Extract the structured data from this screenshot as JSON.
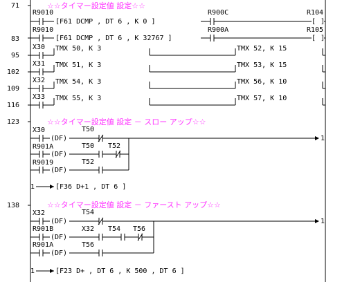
{
  "lines": {
    "l71": "71",
    "l83": "83",
    "l95": "95",
    "l102": "102",
    "l109": "109",
    "l116": "116",
    "l123": "123",
    "l138": "138"
  },
  "comments": {
    "c1": "☆☆タイマー設定値 設定☆☆",
    "c2": "☆☆タイマー設定値 設定 － スロー アップ☆☆",
    "c3": "☆☆タイマー設定値 設定 － ファースト アップ☆☆"
  },
  "contacts": {
    "r9010a": "R9010",
    "r9010b": "R9010",
    "r900c": "R900C",
    "r900a": "R900A",
    "r104": "R104",
    "r105": "R105",
    "x30": "X30",
    "x31": "X31",
    "x32": "X32",
    "x33": "X33",
    "x30b": "X30",
    "t50a": "T50",
    "r901a": "R901A",
    "t50b": "T50",
    "t52": "T52",
    "r9019": "R9019",
    "t52b": "T52",
    "x32b": "X32",
    "t54a": "T54",
    "r901b": "R901B",
    "x32c": "X32",
    "t54b": "T54",
    "t56a": "T56",
    "r901a2": "R901A",
    "t56b": "T56"
  },
  "instructions": {
    "f61a": "[F61 DCMP   ,    DT 6     ,    K 0      ]",
    "f61b": "[F61 DCMP   ,    DT 6     ,    K 32767 ]",
    "tmx50": "TMX     50,    K      3",
    "tmx52": "TMX     52,    K      15",
    "tmx51": "TMX     51,    K      3",
    "tmx53": "TMX     53,    K      15",
    "tmx54": "TMX     54,    K      3",
    "tmx56": "TMX     56,    K      10",
    "tmx55": "TMX     55,    K      3",
    "tmx57": "TMX     57,    K      10",
    "df": "(DF)",
    "f36": "[F36 D+1     ,    DT 6      ]",
    "f23": "[F23 D+      ,    DT 6      ,    K 500     ,    DT 6     ]"
  },
  "marks": {
    "one": "1",
    "one_in": "1"
  }
}
